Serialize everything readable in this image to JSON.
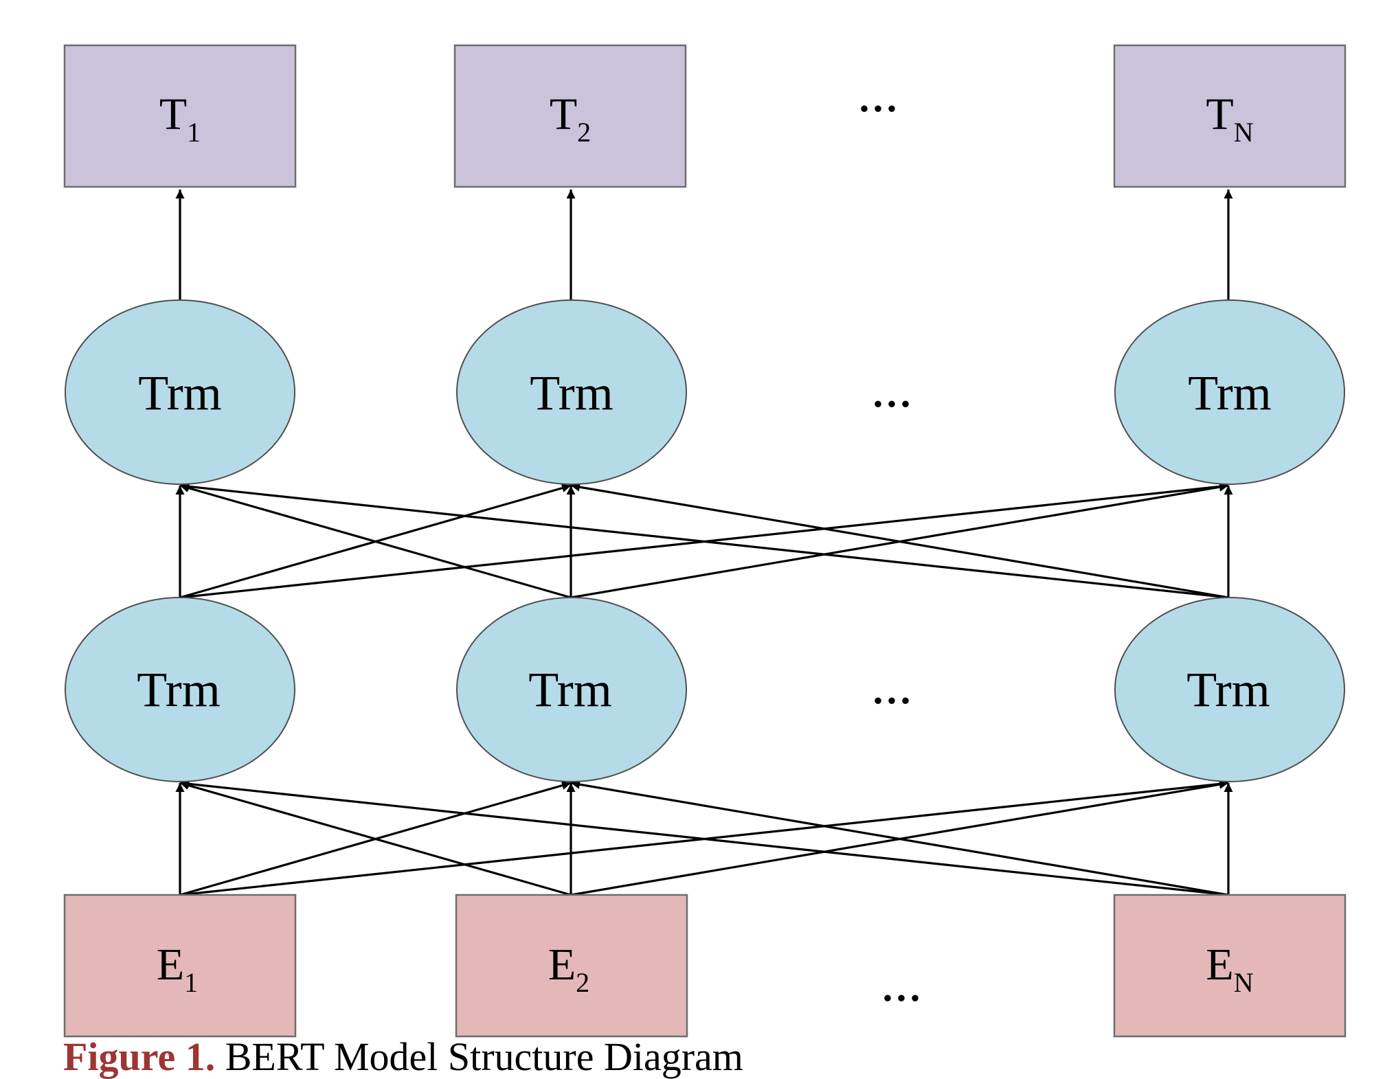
{
  "outputs": [
    {
      "base": "T",
      "sub": "1"
    },
    {
      "base": "T",
      "sub": "2"
    },
    {
      "base": "T",
      "sub": "N"
    }
  ],
  "transformer_label": "Trm",
  "inputs": [
    {
      "base": "E",
      "sub": "1"
    },
    {
      "base": "E",
      "sub": "2"
    },
    {
      "base": "E",
      "sub": "N"
    }
  ],
  "ellipsis": "...",
  "caption": {
    "label": "Figure 1.",
    "text": "BERT Model Structure Diagram"
  },
  "colors": {
    "output_box": "#cbc3dc",
    "transformer": "#b6dbe8",
    "input_box": "#e4b8b8",
    "caption_label": "#9e3433"
  }
}
